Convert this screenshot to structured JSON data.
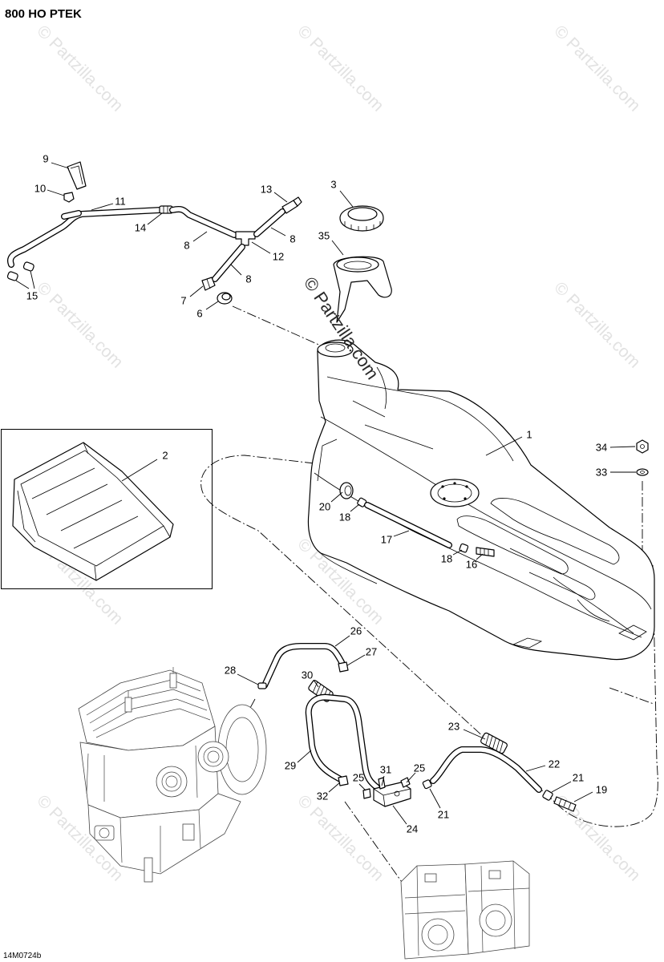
{
  "header": {
    "title": "800 HO PTEK"
  },
  "footer": {
    "diagram_code": "14M0724b"
  },
  "watermark": "© Partzilla.com",
  "callouts": [
    "9",
    "10",
    "11",
    "14",
    "15",
    "13",
    "3",
    "35",
    "8",
    "8",
    "12",
    "8",
    "7",
    "6",
    "1",
    "2",
    "34",
    "33",
    "20",
    "18",
    "17",
    "18",
    "16",
    "26",
    "27",
    "28",
    "30",
    "23",
    "22",
    "29",
    "31",
    "25",
    "25",
    "21",
    "19",
    "32",
    "21",
    "24"
  ]
}
